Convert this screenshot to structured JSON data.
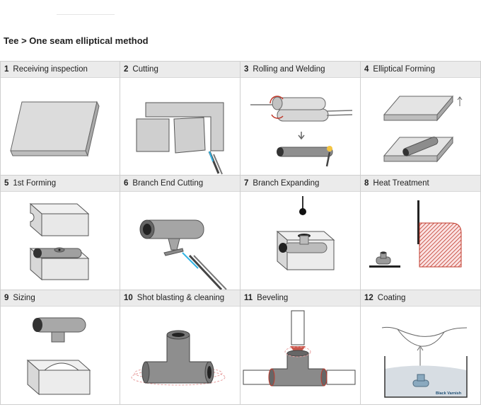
{
  "breadcrumb": {
    "parent": "Tee",
    "separator": ">",
    "current": "One seam elliptical method"
  },
  "steps": [
    {
      "number": "1",
      "title": "Receiving inspection"
    },
    {
      "number": "2",
      "title": "Cutting"
    },
    {
      "number": "3",
      "title": "Rolling and Welding"
    },
    {
      "number": "4",
      "title": "Elliptical Forming"
    },
    {
      "number": "5",
      "title": "1st Forming"
    },
    {
      "number": "6",
      "title": "Branch End Cutting"
    },
    {
      "number": "7",
      "title": "Branch Expanding"
    },
    {
      "number": "8",
      "title": "Heat Treatment"
    },
    {
      "number": "9",
      "title": "Sizing"
    },
    {
      "number": "10",
      "title": "Shot blasting & cleaning"
    },
    {
      "number": "11",
      "title": "Beveling"
    },
    {
      "number": "12",
      "title": "Coating"
    }
  ],
  "annotations": {
    "coating_label": "Black Varnish"
  },
  "colors": {
    "header_bg": "#ebebeb",
    "border": "#cfcfcf",
    "metal": "#d4d4d4",
    "pipe": "#9a9a9a",
    "heat_hatch": "#c0392b",
    "spark": "#33b5e5"
  }
}
